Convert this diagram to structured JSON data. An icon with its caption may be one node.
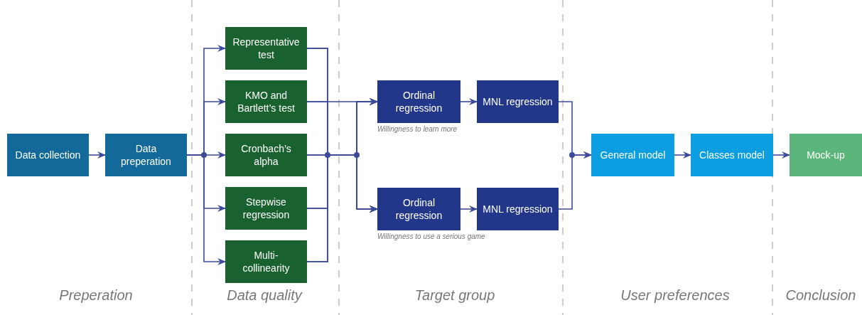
{
  "diagram": {
    "nodes": [
      {
        "text": [
          "Data collection"
        ]
      },
      {
        "text": [
          "Data preperation"
        ]
      },
      {
        "text": [
          "Representative test"
        ]
      },
      {
        "text": [
          "KMO and Bartlett’s test"
        ]
      },
      {
        "text": [
          "Cronbach’s alpha"
        ]
      },
      {
        "text": [
          "Stepwise regression"
        ]
      },
      {
        "text": [
          "Multi- collinearity"
        ]
      },
      {
        "text": [
          "Ordinal regression"
        ],
        "beside": [
          "Willingness to learn more"
        ]
      },
      {
        "text": [
          "MNL regression"
        ]
      },
      {
        "text": [
          "Ordinal regression"
        ],
        "beside": [
          "Willingness to use a serious game"
        ]
      },
      {
        "text": [
          "MNL regression"
        ]
      },
      {
        "text": [
          "General model"
        ]
      },
      {
        "text": [
          "Classes model"
        ]
      },
      {
        "text": [
          "Mock-up"
        ]
      }
    ],
    "edges": [
      {
        "from": 0,
        "to": 1,
        "arrow": "to"
      },
      {
        "from": 1,
        "to": 2,
        "arrow": "to"
      },
      {
        "from": 1,
        "to": 3,
        "arrow": "to"
      },
      {
        "from": 1,
        "to": 4,
        "arrow": "to"
      },
      {
        "from": 1,
        "to": 5,
        "arrow": "to"
      },
      {
        "from": 1,
        "to": 6,
        "arrow": "to"
      },
      {
        "from": 2,
        "to": 7,
        "arrow": "to"
      },
      {
        "from": 2,
        "to": 9,
        "arrow": "to"
      },
      {
        "from": 3,
        "to": 7,
        "arrow": "to"
      },
      {
        "from": 3,
        "to": 9,
        "arrow": "to"
      },
      {
        "from": 4,
        "to": 7,
        "arrow": "to"
      },
      {
        "from": 4,
        "to": 9,
        "arrow": "to"
      },
      {
        "from": 5,
        "to": 7,
        "arrow": "to"
      },
      {
        "from": 5,
        "to": 9,
        "arrow": "to"
      },
      {
        "from": 6,
        "to": 7,
        "arrow": "to"
      },
      {
        "from": 6,
        "to": 9,
        "arrow": "to"
      },
      {
        "from": 7,
        "to": 8,
        "arrow": "to"
      },
      {
        "from": 9,
        "to": 10,
        "arrow": "to"
      },
      {
        "from": 8,
        "to": 11,
        "arrow": "to"
      },
      {
        "from": 10,
        "to": 11,
        "arrow": "to"
      },
      {
        "from": 11,
        "to": 12,
        "arrow": "to"
      },
      {
        "from": 12,
        "to": 13,
        "arrow": "to"
      }
    ],
    "labels": [
      "Preperation",
      "Data quality",
      "Target group",
      "User preferences",
      "Conclusion"
    ]
  }
}
